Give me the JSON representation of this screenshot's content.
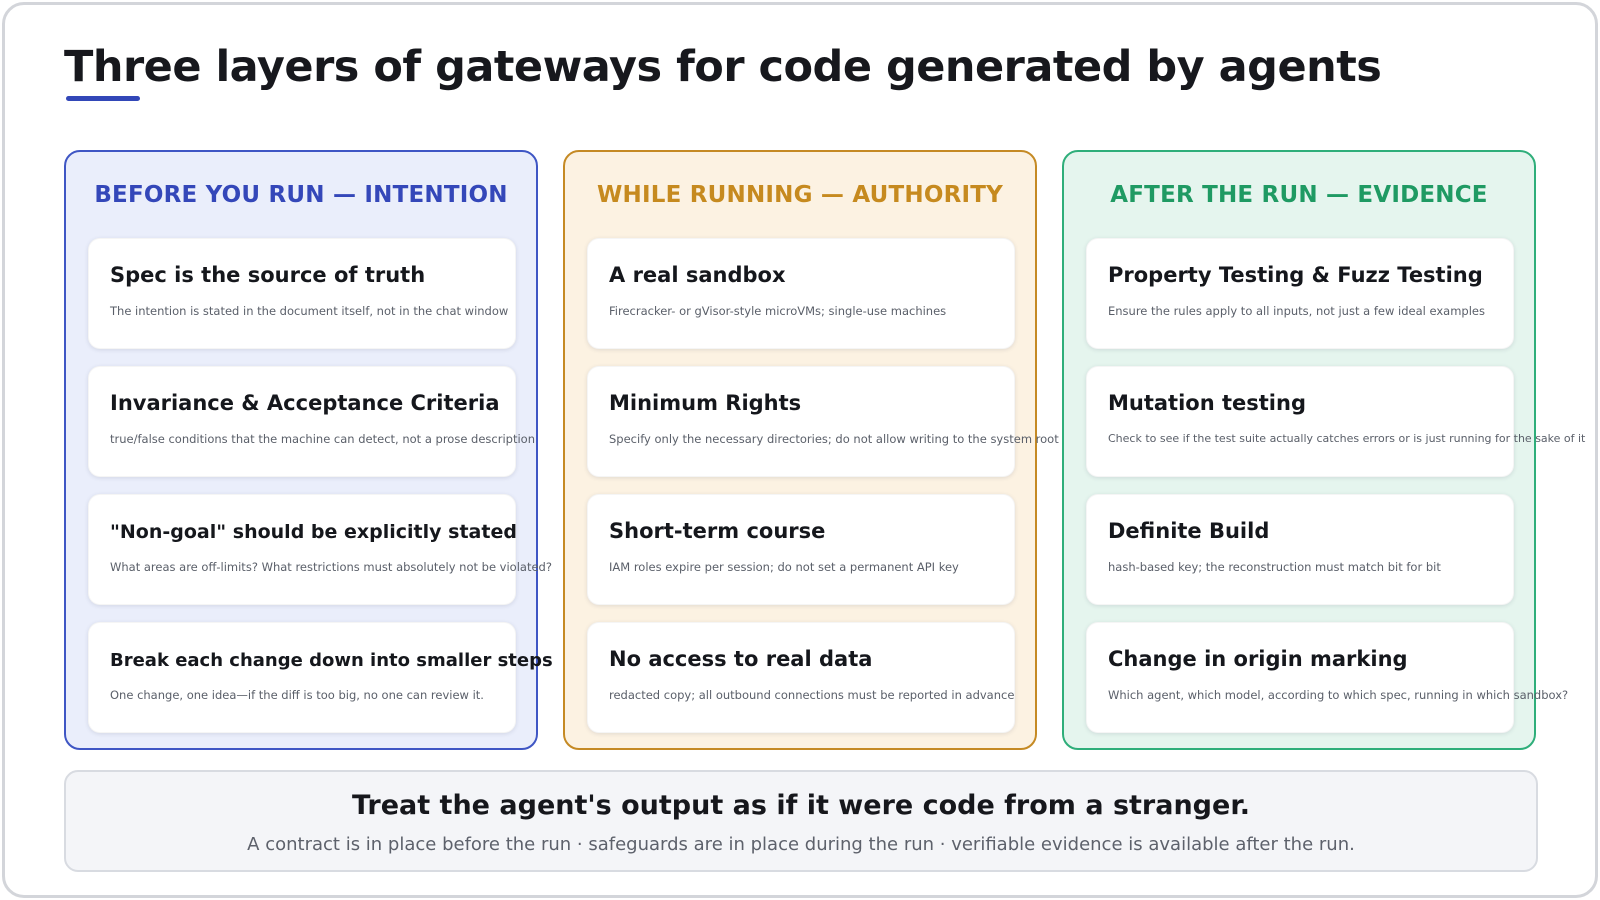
{
  "title": "Three layers of gateways for code generated by agents",
  "columns": [
    {
      "heading": "BEFORE YOU RUN — INTENTION",
      "cards": [
        {
          "title": "Spec is the source of truth",
          "desc": "The intention is stated in the document itself, not in the chat window"
        },
        {
          "title": "Invariance & Acceptance Criteria",
          "desc": "true/false conditions that the machine can detect, not a prose description"
        },
        {
          "title": "\"Non-goal\" should be explicitly stated",
          "desc": "What areas are off-limits? What restrictions must absolutely not be violated?"
        },
        {
          "title": "Break each change down into smaller steps",
          "desc": "One change, one idea—if the diff is too big, no one can review it."
        }
      ]
    },
    {
      "heading": "WHILE RUNNING — AUTHORITY",
      "cards": [
        {
          "title": "A real sandbox",
          "desc": "Firecracker- or gVisor-style microVMs; single-use machines"
        },
        {
          "title": "Minimum Rights",
          "desc": "Specify only the necessary directories; do not allow writing to the system root"
        },
        {
          "title": "Short-term course",
          "desc": "IAM roles expire per session; do not set a permanent API key"
        },
        {
          "title": "No access to real data",
          "desc": "redacted copy; all outbound connections must be reported in advance"
        }
      ]
    },
    {
      "heading": "AFTER THE RUN — EVIDENCE",
      "cards": [
        {
          "title": "Property Testing & Fuzz Testing",
          "desc": "Ensure the rules apply to all inputs, not just a few ideal examples"
        },
        {
          "title": "Mutation testing",
          "desc": "Check to see if the test suite actually catches errors or is just running for the sake of it"
        },
        {
          "title": "Definite Build",
          "desc": "hash-based key; the reconstruction must match bit for bit"
        },
        {
          "title": "Change in origin marking",
          "desc": "Which agent, which model, according to which spec, running in which sandbox?"
        }
      ]
    }
  ],
  "banner": {
    "title": "Treat the agent's output as if it were code from a stranger.",
    "subtitle": "A contract is in place before the run · safeguards are in place during the run · verifiable evidence is available after the run."
  },
  "colors": {
    "intention": "#3447b9",
    "authority": "#c68a1f",
    "evidence": "#1f9a63"
  }
}
